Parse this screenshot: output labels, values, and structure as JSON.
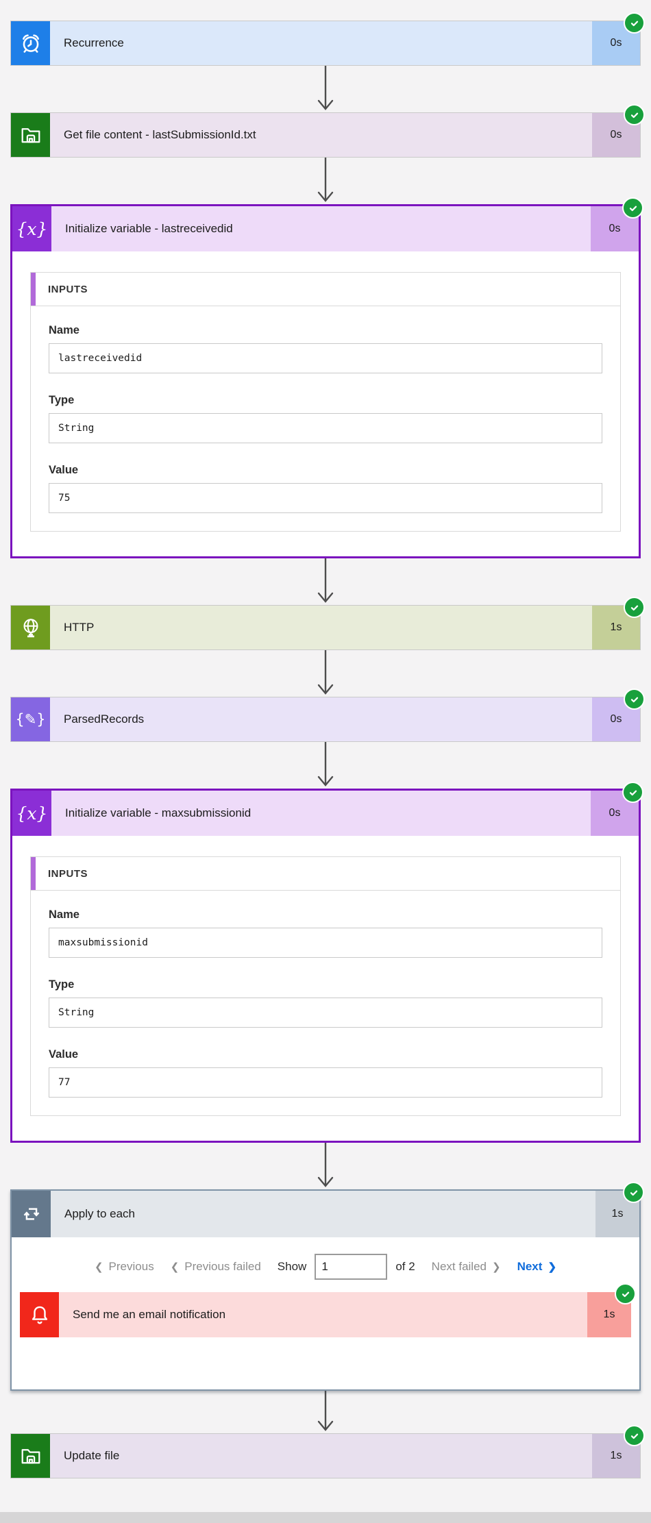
{
  "flow": {
    "recurrence": {
      "title": "Recurrence",
      "duration": "0s"
    },
    "get_file_content": {
      "title": "Get file content - lastSubmissionId.txt",
      "duration": "0s"
    },
    "init_lastreceivedid": {
      "title": "Initialize variable - lastreceivedid",
      "duration": "0s",
      "inputs_heading": "INPUTS",
      "fields": [
        {
          "label": "Name",
          "value": "lastreceivedid"
        },
        {
          "label": "Type",
          "value": "String"
        },
        {
          "label": "Value",
          "value": "75"
        }
      ]
    },
    "http": {
      "title": "HTTP",
      "duration": "1s"
    },
    "parsed_records": {
      "title": "ParsedRecords",
      "duration": "0s"
    },
    "init_maxsubmissionid": {
      "title": "Initialize variable - maxsubmissionid",
      "duration": "0s",
      "inputs_heading": "INPUTS",
      "fields": [
        {
          "label": "Name",
          "value": "maxsubmissionid"
        },
        {
          "label": "Type",
          "value": "String"
        },
        {
          "label": "Value",
          "value": "77"
        }
      ]
    },
    "apply_to_each": {
      "title": "Apply to each",
      "duration": "1s",
      "pagination": {
        "previous": "Previous",
        "previous_failed": "Previous failed",
        "show": "Show",
        "page": "1",
        "of": "of 2",
        "next_failed": "Next failed",
        "next": "Next"
      },
      "child": {
        "title": "Send me an email notification",
        "duration": "1s"
      }
    },
    "update_file": {
      "title": "Update file",
      "duration": "1s"
    }
  },
  "icons": {
    "variable_glyph": "{x}",
    "parse_json_glyph": "{✎}",
    "chevron_left": "❮",
    "chevron_right": "❯"
  },
  "colors": {
    "status_success": "#18a03c",
    "recurrence_blue": "#1e7fe8",
    "variable_purple": "#8b2ed6",
    "variable_border": "#7b13be",
    "file_green": "#1a7c1a",
    "http_olive": "#6f9c1f",
    "parse_violet": "#8566e2",
    "loop_slate": "#64788c",
    "loop_border": "#7f93a6",
    "notification_red": "#f1271b",
    "link_blue": "#0f6cdb"
  }
}
